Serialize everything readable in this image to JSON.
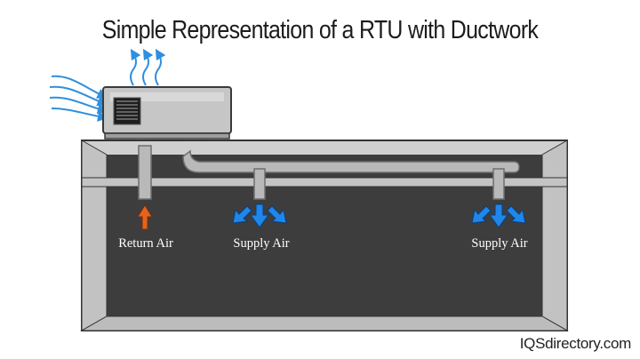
{
  "title": "Simple Representation of a RTU with Ductwork",
  "labels": {
    "return_air": "Return Air",
    "supply_air_left": "Supply Air",
    "supply_air_right": "Supply Air"
  },
  "branding": {
    "watermark": "IQSdirectory.com"
  },
  "colors": {
    "building_dark": "#3b3b3b",
    "building_frame": "#d0d0d0",
    "duct": "#b9b9b9",
    "rtu_body": "#c8c8c8",
    "intake_air": "#2e8fe0",
    "supply_air": "#1f86ea",
    "return_air": "#e3641e"
  },
  "icons": {
    "intake": "wavy-arrow-icon",
    "exhaust": "upward-wavy-arrow-icon",
    "supply": "triple-arrow-diffuser-icon",
    "return": "up-arrow-icon"
  }
}
